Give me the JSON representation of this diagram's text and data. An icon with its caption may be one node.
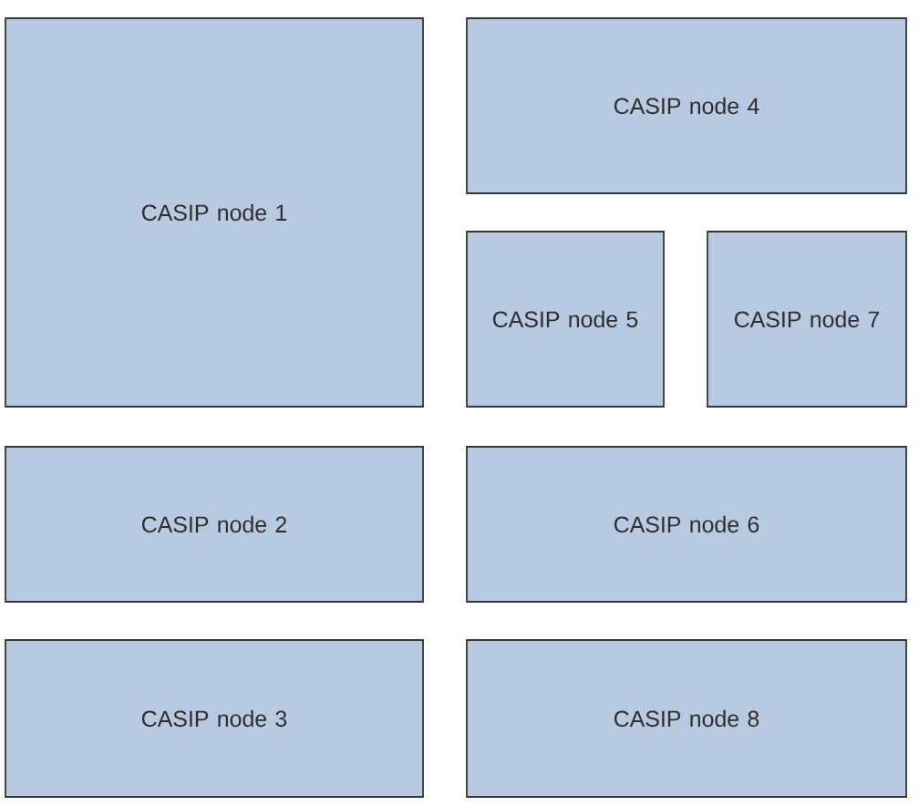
{
  "diagram": {
    "nodes": [
      {
        "text": [
          "CASIP node 1"
        ]
      },
      {
        "text": [
          "CASIP node 4"
        ]
      },
      {
        "text": [
          "CASIP node 5"
        ]
      },
      {
        "text": [
          "CASIP node 7"
        ]
      },
      {
        "text": [
          "CASIP node 2"
        ]
      },
      {
        "text": [
          "CASIP node 6"
        ]
      },
      {
        "text": [
          "CASIP node 3"
        ]
      },
      {
        "text": [
          "CASIP node 8"
        ]
      }
    ]
  }
}
